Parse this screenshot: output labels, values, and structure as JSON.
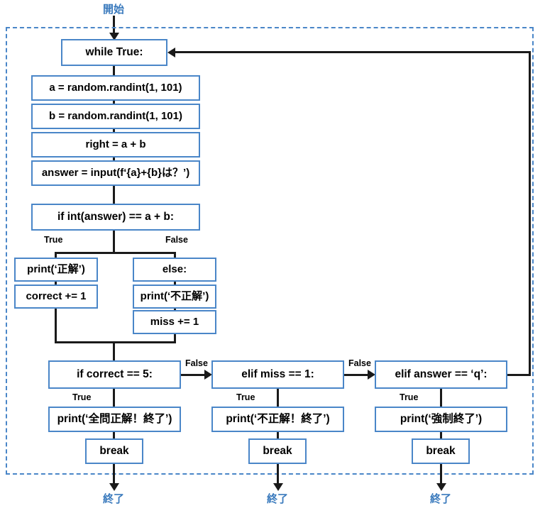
{
  "diagram": {
    "title_start": "開始",
    "terminals_end": [
      "終了",
      "終了",
      "終了"
    ],
    "nodes": {
      "while_true": "while True:",
      "a_rand": "a = random.randint(1, 101)",
      "b_rand": "b = random.randint(1, 101)",
      "right_sum": "right = a + b",
      "answer_input": "answer = input(f‘{a}+{b}は？’)",
      "if_check": "if int(answer) == a + b:",
      "print_correct": "print(‘正解’)",
      "correct_inc": "correct += 1",
      "else_kw": "else:",
      "print_wrong": "print(‘不正解’)",
      "miss_inc": "miss += 1",
      "if_correct5": "if correct == 5:",
      "print_all_correct": "print(‘全問正解！終了’)",
      "break1": "break",
      "elif_miss1": "elif miss == 1:",
      "print_wrong_end": "print(‘不正解！終了’)",
      "break2": "break",
      "elif_answer_q": "elif answer == ‘q’:",
      "print_force_end": "print(‘強制終了’)",
      "break3": "break"
    },
    "branch_labels": {
      "if_true": "True",
      "if_false": "False",
      "c5_true": "True",
      "c5_false": "False",
      "m1_true": "True",
      "m1_false": "False",
      "q_true": "True"
    },
    "colors": {
      "box_border": "#4a86c8",
      "loop_border": "#4a86c8",
      "connector": "#1a1a1a",
      "terminal_text": "#3a7abd",
      "background": "#ffffff"
    }
  }
}
